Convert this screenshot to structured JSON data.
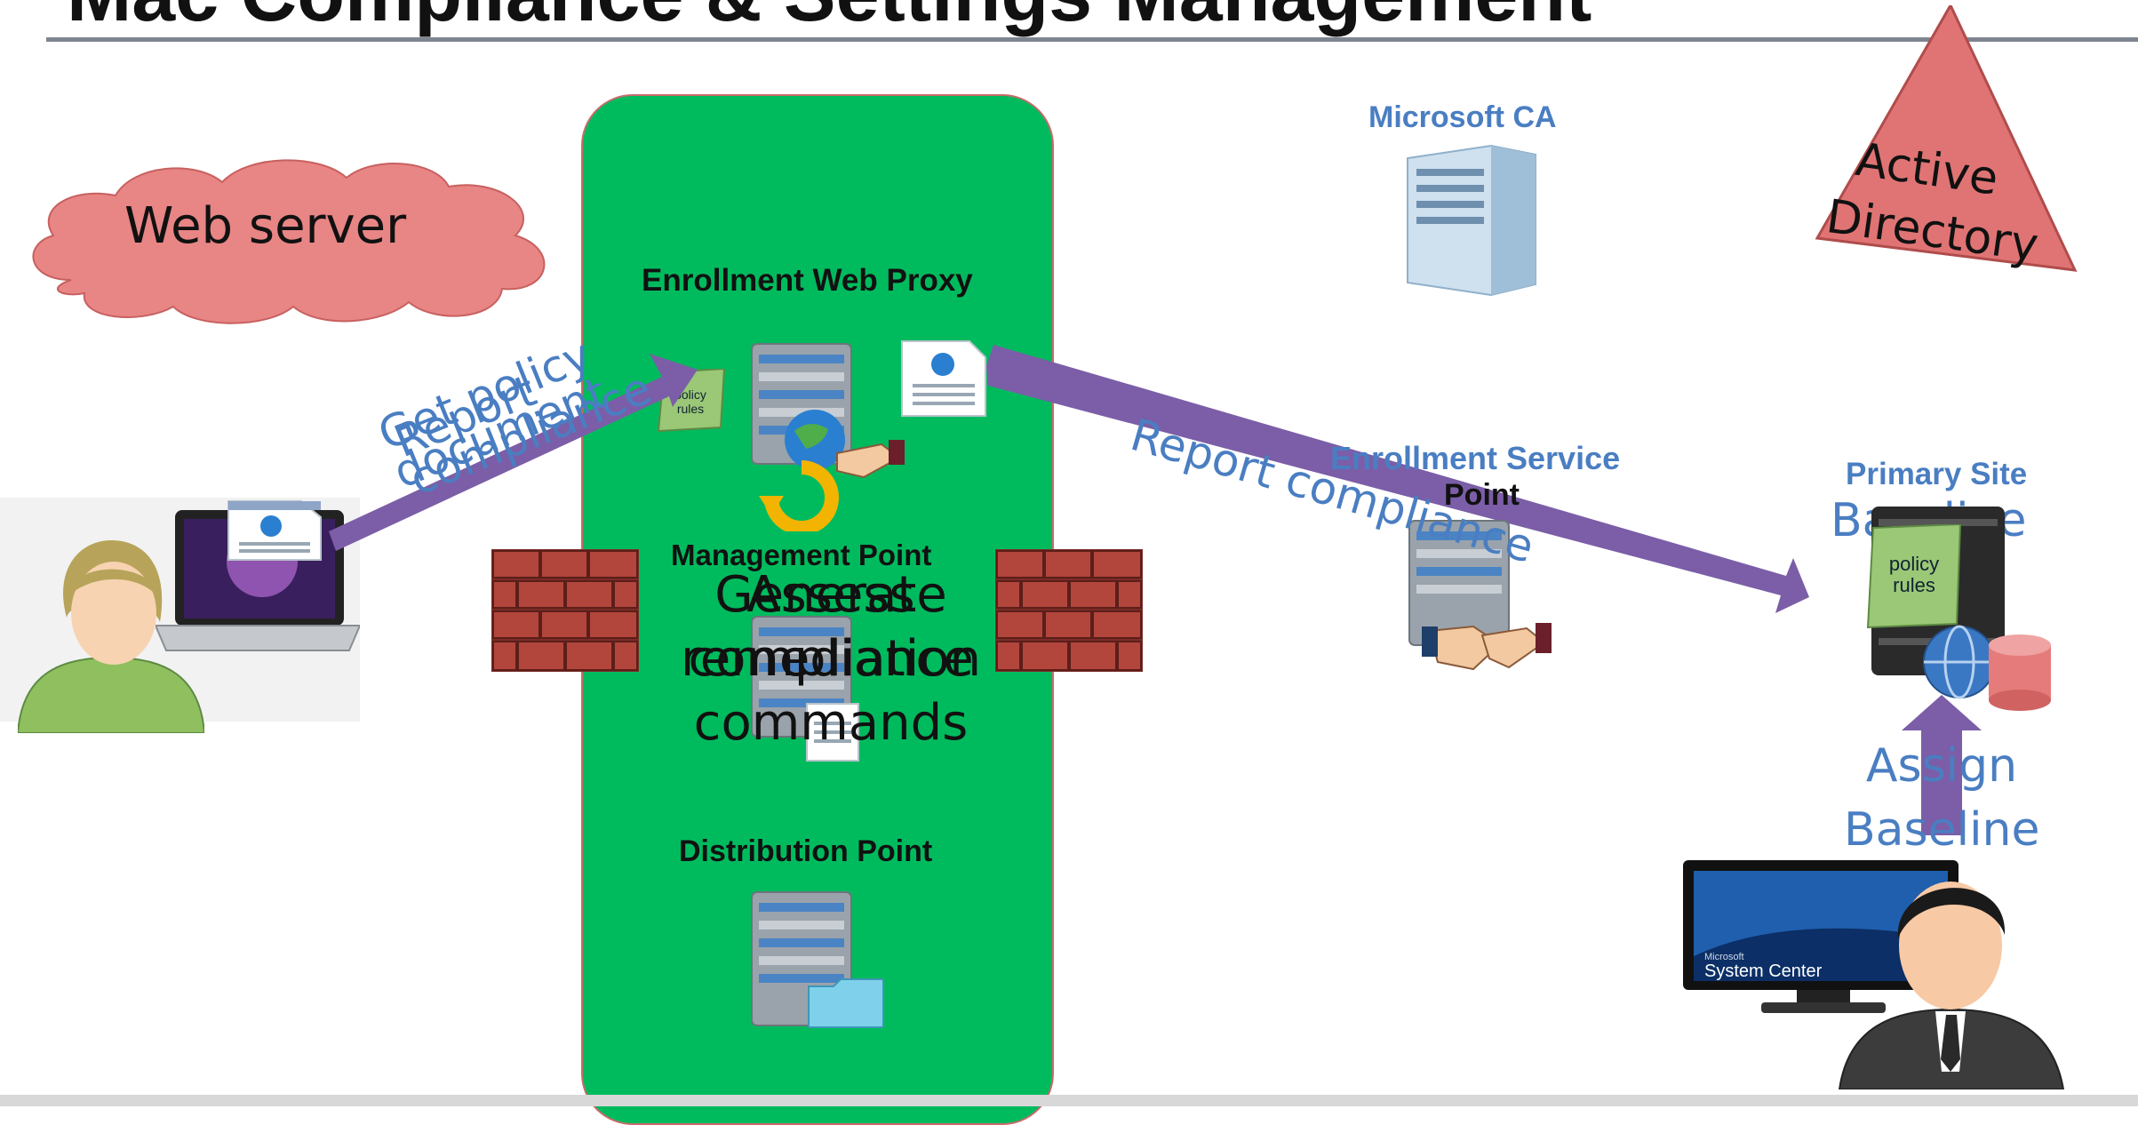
{
  "slide": {
    "title": "Mac Compliance & Settings Management"
  },
  "labels": {
    "web_server": "Web server",
    "enrollment_web_proxy": "Enrollment Web Proxy",
    "management_point": "Management Point",
    "distribution_point": "Distribution Point",
    "microsoft_ca": "Microsoft CA",
    "active_directory_line1": "Active",
    "active_directory_line2": "Directory",
    "enrollment_service": "Enrollment Service",
    "enrollment_point_partial": "Point",
    "primary_site": "Primary Site",
    "baseline": "Baseline",
    "assign_baseline_line1": "Assign",
    "assign_baseline_line2": "Baseline",
    "system_center": "System Center",
    "microsoft_small": "Microsoft"
  },
  "overlapping_text": {
    "left_a_line1": "Get policy",
    "left_a_line2": "document",
    "left_b_line1": "Report",
    "left_b_line2": "compliance",
    "center_a_line1": "Assess",
    "center_a_line2": "compliance",
    "center_b_line1": "Generate",
    "center_b_line2": "remediation",
    "center_b_line3": "commands",
    "right_diag": "Report compliance"
  },
  "policy_doc": {
    "line1": "policy",
    "line2": "rules"
  },
  "colors": {
    "zone_fill": "#00bb5e",
    "arrow": "#7b5ea7",
    "label_blue": "#4a7ec2",
    "cloud": "#e88585",
    "triangle": "#e07474",
    "brick": "#a8423a"
  }
}
